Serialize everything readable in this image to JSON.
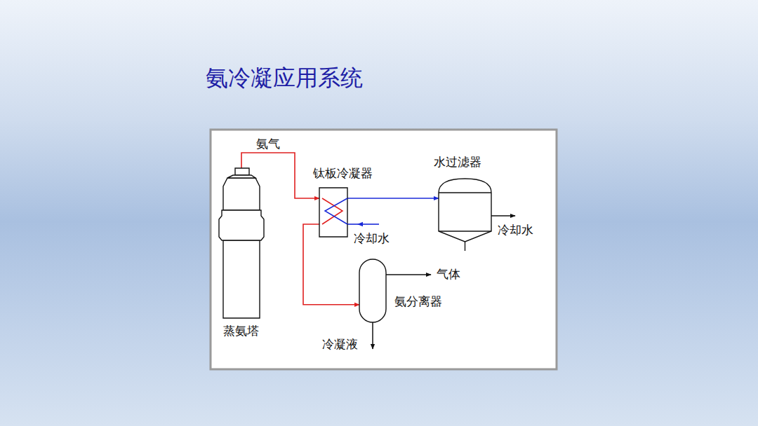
{
  "diagram": {
    "title": "氨冷凝应用系统",
    "nodes": [
      {
        "text": [
          "蒸氨塔"
        ]
      },
      {
        "text": [
          "钛板冷凝器"
        ]
      },
      {
        "text": [
          "水过滤器"
        ]
      },
      {
        "text": [
          "氨分离器"
        ]
      }
    ],
    "edges": [
      {
        "from": 0,
        "to": 1,
        "arrow": "to",
        "label": "氨气"
      },
      {
        "from": 1,
        "to": 2,
        "arrow": "to"
      },
      {
        "from": 1,
        "to": 3,
        "arrow": "to"
      }
    ],
    "labels": [
      "冷却水",
      "冷却水",
      "气体",
      "冷凝液"
    ]
  }
}
